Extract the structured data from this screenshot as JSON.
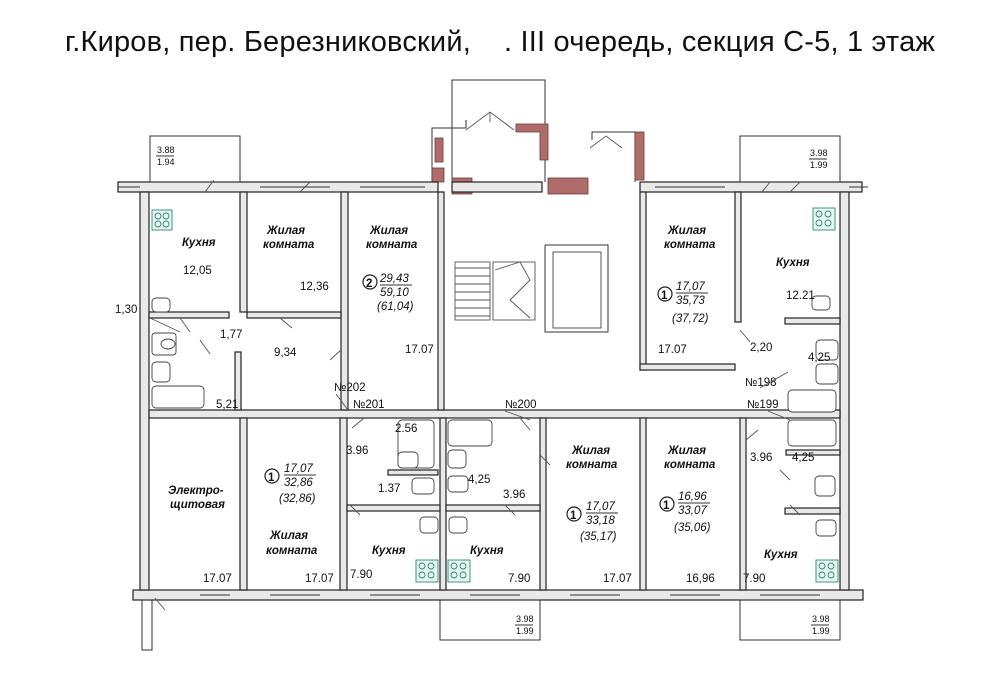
{
  "title": "г.Киров, пер. Березниковский,    . III очередь, секция С-5, 1 этаж",
  "rooms": {
    "kitchen_tl": "Кухня",
    "living_tl1": "Жилая",
    "living_tl2": "комната",
    "living_tc1": "Жилая",
    "living_tc2": "комната",
    "living_tr1": "Жилая",
    "living_tr2": "комната",
    "kitchen_tr": "Кухня",
    "electro1": "Электро-",
    "electro2": "щитовая",
    "living_bl1": "Жилая",
    "living_bl2": "комната",
    "kitchen_b1": "Кухня",
    "kitchen_b2": "Кухня",
    "living_bc1": "Жилая",
    "living_bc2": "комната",
    "living_bcr1": "Жилая",
    "living_bcr2": "комната",
    "kitchen_br": "Кухня"
  },
  "areas": {
    "a12_05": "12,05",
    "a12_36": "12,36",
    "a12_21": "12.21",
    "a1_30": "1,30",
    "a1_77": "1,77",
    "a9_34": "9,34",
    "a5_21": "5,21",
    "a17_07_tc": "17.07",
    "a17_07_tr": "17.07",
    "a2_20": "2,20",
    "a4_25_tr": "4,25",
    "a2_56": "2.56",
    "a3_96_l": "3.96",
    "a1_37": "1.37",
    "a4_25_c": "4,25",
    "a3_96_c": "3.96",
    "a3_96_r": "3.96",
    "a4_25_r": "4,25",
    "a17_07_b1": "17.07",
    "a17_07_b2": "17.07",
    "a7_90_1": "7.90",
    "a7_90_2": "7.90",
    "a17_07_b3": "17.07",
    "a16_96": "16,96",
    "a7_90_3": "7.90"
  },
  "apartments": {
    "tc": {
      "num": "2",
      "l1": "29,43",
      "l2": "59,10",
      "l3": "(61,04)"
    },
    "tr": {
      "num": "1",
      "l1": "17,07",
      "l2": "35,73",
      "l3": "(37,72)"
    },
    "bl": {
      "num": "1",
      "l1": "17,07",
      "l2": "32,86",
      "l3": "(32,86)"
    },
    "bc": {
      "num": "1",
      "l1": "17,07",
      "l2": "33,18",
      "l3": "(35,17)"
    },
    "bcr": {
      "num": "1",
      "l1": "16,96",
      "l2": "33,07",
      "l3": "(35,06)"
    }
  },
  "numbers": {
    "n202": "№202",
    "n201": "№201",
    "n200": "№200",
    "n198": "№198",
    "n199": "№199"
  },
  "balconies": {
    "tl_a": "3.88",
    "tl_b": "1.94",
    "tr_a": "3.98",
    "tr_b": "1.99",
    "bc_a": "3.98",
    "bc_b": "1.99",
    "br_a": "3.98",
    "br_b": "1.99"
  },
  "colors": {
    "wall_fill": "#e9e9e9",
    "red_partition": "#b06b6b",
    "stove_accent": "#2c8a75"
  }
}
